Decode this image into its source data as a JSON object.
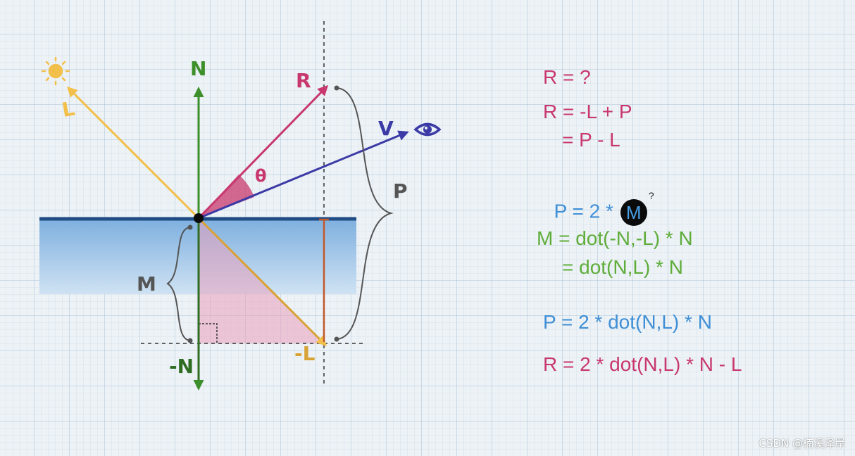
{
  "labels": {
    "N": "N",
    "neg_N": "-N",
    "L": "L",
    "neg_L": "-L",
    "R": "R",
    "V": "V",
    "theta": "θ",
    "P": "P",
    "M": "M"
  },
  "equations": {
    "r_question": "R = ?",
    "r_sum": "R = -L + P",
    "r_diff": "= P - L",
    "p_prefix": "P = 2 * ",
    "p_ball": "M",
    "p_ball_mark": "?",
    "m_dot": "M = dot(-N,-L) * N",
    "m_dot2": "= dot(N,L) * N",
    "p_full": "P = 2 * dot(N,L) * N",
    "r_full": "R = 2 * dot(N,L) * N - L"
  },
  "watermark": "CSDN @楠溪泽岸",
  "colors": {
    "pink": "#c8386e",
    "blue": "#3f8fd6",
    "green": "#5fad3a",
    "yellow": "#f2bf4a",
    "navy": "#3b3aa6",
    "orange": "#c2592b",
    "surface": "#1f4c84"
  },
  "icons": [
    "sun-icon",
    "eye-icon"
  ]
}
